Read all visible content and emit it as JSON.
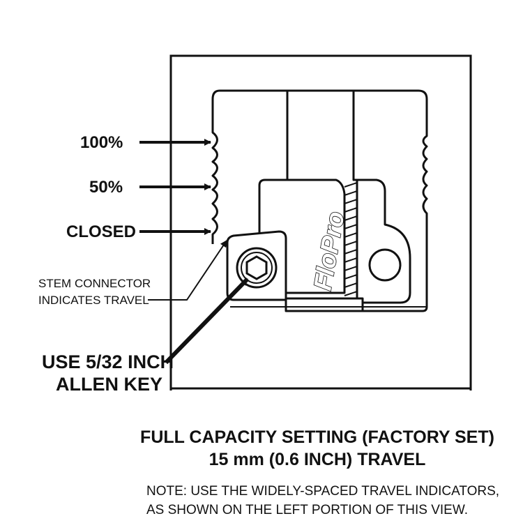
{
  "labels": {
    "pct_100": "100%",
    "pct_50": "50%",
    "closed": "CLOSED",
    "stem_line1": "STEM CONNECTOR",
    "stem_line2": "INDICATES TRAVEL",
    "allen_line1": "USE 5/32 INCH",
    "allen_line2": "ALLEN KEY",
    "brand": "FloPro"
  },
  "caption": {
    "line1": "FULL CAPACITY SETTING (FACTORY SET)",
    "line2": "15 mm (0.6 INCH) TRAVEL"
  },
  "note": {
    "line1": "NOTE: USE THE WIDELY-SPACED TRAVEL INDICATORS,",
    "line2": "AS SHOWN ON THE LEFT PORTION OF THIS VIEW."
  }
}
